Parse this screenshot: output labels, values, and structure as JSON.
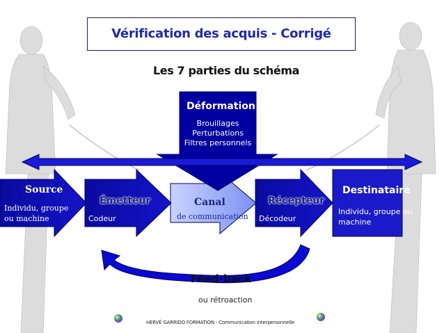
{
  "title": "Vérification des acquis - Corrigé",
  "subtitle": "Les 7 parties du schéma",
  "deformation": {
    "label": "Déformation",
    "items": [
      "Brouillages",
      "Perturbations",
      "Filtres personnels"
    ]
  },
  "stages": [
    {
      "label": "Source",
      "desc_lines": [
        "Individu, groupe",
        "ou machine"
      ]
    },
    {
      "label": "Émetteur",
      "desc_lines": [
        "Codeur"
      ]
    },
    {
      "label": "Canal",
      "desc_lines": [
        "de communication"
      ]
    },
    {
      "label": "Récepteur",
      "desc_lines": [
        "Décodeur"
      ]
    },
    {
      "label": "Destinataire",
      "desc_lines": [
        "Individu, groupe ou",
        "machine"
      ]
    }
  ],
  "feedback": {
    "label": "Feed-back",
    "sub": "ou rétroaction"
  },
  "footer": "HERVÉ GARRIDO FORMATION - Communication interpersonnelle",
  "colors": {
    "navy": "#00007a",
    "blue": "#1a1ac8",
    "light": "#5e78f0",
    "title_text": "#1f2aa8"
  }
}
